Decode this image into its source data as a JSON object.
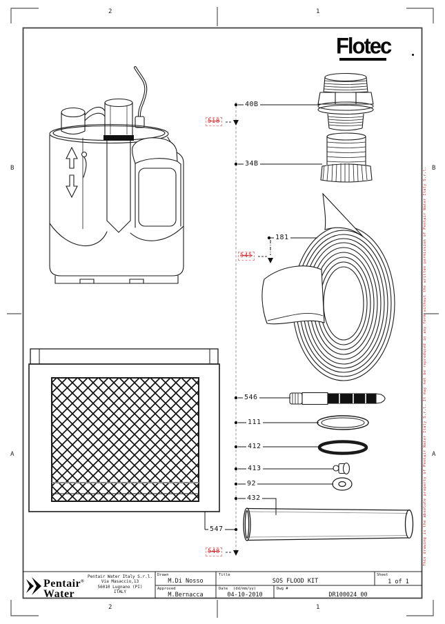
{
  "zones": {
    "columns": [
      "2",
      "1"
    ],
    "rows": [
      "B",
      "A"
    ]
  },
  "brand_logo": "Flotec",
  "parts": {
    "p40B": "40B",
    "p34B": "34B",
    "p181": "181",
    "p546": "546",
    "p111": "111",
    "p412": "412",
    "p413": "413",
    "p92": "92",
    "p432": "432",
    "p547": "547"
  },
  "revision_flags": {
    "r518": "518",
    "r545": "545",
    "r548": "548"
  },
  "side_note": "This drawing is the absolute property of Pentair Water Italy S.r.l. It may not be reproduced in any form without the written permission of Pentair Water Italy S.r.l.",
  "title_block": {
    "logo_line1": "Pentair",
    "logo_reg": "®",
    "logo_line2": "Water",
    "address_lines": [
      "Pentair Water Italy S.r.l.",
      "Via Masaccio,13",
      "56010 Lugnano (PI)",
      "ITALY"
    ],
    "drawn_label": "Drawn",
    "drawn_value": "M.Di Nosso",
    "approved_label": "Approved",
    "approved_value": "M.Bernacca",
    "title_label": "Title",
    "title_value": "SOS FLOOD KIT",
    "date_label": "Date",
    "date_format": "(dd/mm/yy)",
    "date_value": "04-10-2010",
    "dwg_label": "Dwg #",
    "dwg_value": "DR100024_00",
    "sheet_label": "Sheet",
    "sheet_value": "1 of 1"
  }
}
